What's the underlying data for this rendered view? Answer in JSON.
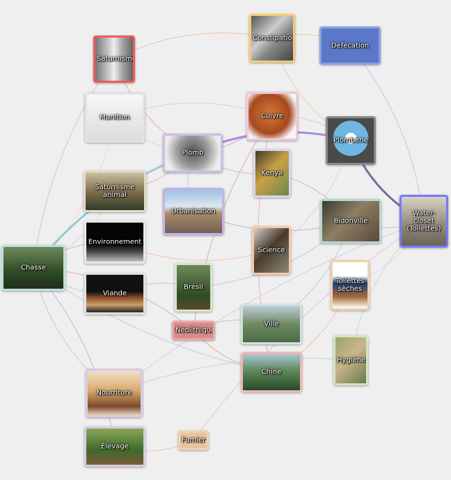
{
  "nodes": [
    {
      "id": "saturnisme",
      "label": "Saturnisme",
      "bg": "linear-gradient(90deg,#777 0%,#bbb 30%,#eee 50%,#aaa 70%,#666 100%)",
      "border": "#f05a5a"
    },
    {
      "id": "constipation",
      "label": "Constipation",
      "bg": "linear-gradient(135deg,#555,#ccc 40%,#888 60%,#444)",
      "border": "#f5cc6a"
    },
    {
      "id": "defecation",
      "label": "Défécation",
      "bg": "#5b78c8",
      "border": "#8aa0e0"
    },
    {
      "id": "munition",
      "label": "Munition",
      "bg": "linear-gradient(#f7f7f7,#dcdcdc)",
      "border": "#e3e3e3"
    },
    {
      "id": "cuivre",
      "label": "Cuivre",
      "bg": "radial-gradient(circle at 45% 45%,#d9763a,#a54a1d 55%,#f5f5f5 80%)",
      "border": "#f3c6dd"
    },
    {
      "id": "plomb",
      "label": "Plomb",
      "bg": "radial-gradient(circle at 50% 45%,#555,#999 45%,#ececec 80%)",
      "border": "#cdbde6"
    },
    {
      "id": "plombene",
      "label": "Plombene",
      "bg": "radial-gradient(circle at 50% 45%,#fff 0 16%,#6fb6e2 17% 52%,#4a4a4a 53%)",
      "border": "#888"
    },
    {
      "id": "kenya",
      "label": "Kenya",
      "bg": "linear-gradient(135deg,#3a3a2a,#caa046 45%,#6a8a4a)",
      "border": "#dcd6ee"
    },
    {
      "id": "saturnisme_animal",
      "label": "Saturnisme animal",
      "bg": "linear-gradient(#c7c0a0,#7a6a48 55%,#2f3a2a)",
      "border": "#e4dcc6"
    },
    {
      "id": "urbanisation",
      "label": "Urbanisation",
      "bg": "linear-gradient(#9fc0e2 0%,#dce7ef 38%,#a9896a 55%,#6f6154 100%)",
      "border": "#c4b3e6"
    },
    {
      "id": "bidonville",
      "label": "Bidonville",
      "bg": "linear-gradient(135deg,#3a3a36,#8c7f64 45%,#5a4a3a)",
      "border": "#b9d6d2"
    },
    {
      "id": "water_closet",
      "label": "Water-closet (Toilettes)",
      "bg": "linear-gradient(#d8d2c2,#8f8778 60%,#6b6558)",
      "border": "#7a79ff"
    },
    {
      "id": "environnement",
      "label": "Environnement",
      "bg": "linear-gradient(#050505 55%,#4a4a4a 75%,#bdbdbd)",
      "border": "#eaeaea"
    },
    {
      "id": "science",
      "label": "Science",
      "bg": "linear-gradient(135deg,#cfcfcf,#4a3a2a 45%,#8a8a7a)",
      "border": "#f6c8a8"
    },
    {
      "id": "chasse",
      "label": "Chasse",
      "bg": "linear-gradient(#6e8a5a,#2e4a26 60%,#1e2e18)",
      "border": "#bfe0e0"
    },
    {
      "id": "viande",
      "label": "Viande",
      "bg": "linear-gradient(#111 45%,#8a4a2a 60%,#c9a06a 80%,#222)",
      "border": "#e2e2e2"
    },
    {
      "id": "bresil",
      "label": "Brésil",
      "bg": "linear-gradient(#6f8a5a,#2f4a24 70%,#5a4a30)",
      "border": "#d5e7cc"
    },
    {
      "id": "toilettes_seches",
      "label": "Toilettes sèches",
      "bg": "linear-gradient(#ffffff 30%,#1f3f7a 45%,#a06a3a 75%,#ffffff)",
      "border": "#f2d2aa"
    },
    {
      "id": "neolithique",
      "label": "Néolithique",
      "bg": "#d98a8a",
      "border": "#eaa7a7"
    },
    {
      "id": "ville",
      "label": "Ville",
      "bg": "linear-gradient(#bccad6,#6e8a62 50%,#4a6a48)",
      "border": "#cfe3dc"
    },
    {
      "id": "hygiene",
      "label": "Hygiène",
      "bg": "linear-gradient(135deg,#9aa66a,#c9b58a 45%,#6a7a4a)",
      "border": "#cfe6c4"
    },
    {
      "id": "chine",
      "label": "Chine",
      "bg": "linear-gradient(#a9c6d8 0%,#5f8a5a 45%,#2a4a2a)",
      "border": "#f1b6b6"
    },
    {
      "id": "nourriture",
      "label": "Nourriture",
      "bg": "linear-gradient(#efe0c8,#d9a86a 45%,#7a4a2a 80%,#e6d6c0)",
      "border": "#dcc8e6"
    },
    {
      "id": "elevage",
      "label": "Élevage",
      "bg": "linear-gradient(#8aa65a,#3f6a2a 60%,#7a5a3a)",
      "border": "#d8cce6"
    },
    {
      "id": "fumier",
      "label": "Fumier",
      "bg": "#e8c4a0",
      "border": "#f0d2b4"
    }
  ],
  "edges": [
    {
      "from": "chasse",
      "to": "saturnisme",
      "color": "#e8b8d0",
      "width": 1
    },
    {
      "from": "chasse",
      "to": "munition",
      "color": "#e8ddb8",
      "width": 1
    },
    {
      "from": "chasse",
      "to": "plomb",
      "color": "#9dc6d6",
      "width": 3
    },
    {
      "from": "chasse",
      "to": "saturnisme_animal",
      "color": "#d6e0c0",
      "width": 1
    },
    {
      "from": "chasse",
      "to": "environnement",
      "color": "#c0c0c0",
      "width": 1
    },
    {
      "from": "chasse",
      "to": "viande",
      "color": "#b8d8d0",
      "width": 1
    },
    {
      "from": "chasse",
      "to": "neolithique",
      "color": "#d8a8c8",
      "width": 1
    },
    {
      "from": "chasse",
      "to": "nourriture",
      "color": "#e0c0b8",
      "width": 1
    },
    {
      "from": "chasse",
      "to": "elevage",
      "color": "#c6b0e0",
      "width": 1
    },
    {
      "from": "chasse",
      "to": "chine",
      "color": "#b8d0e8",
      "width": 1
    },
    {
      "from": "saturnisme",
      "to": "constipation",
      "color": "#f3c0a0",
      "width": 1
    },
    {
      "from": "saturnisme",
      "to": "plomb",
      "color": "#e8a8c0",
      "width": 1
    },
    {
      "from": "constipation",
      "to": "defecation",
      "color": "#f3d08a",
      "width": 1
    },
    {
      "from": "constipation",
      "to": "plombene",
      "color": "#e8d0a0",
      "width": 1
    },
    {
      "from": "defecation",
      "to": "water_closet",
      "color": "#c0c8e8",
      "width": 1
    },
    {
      "from": "munition",
      "to": "plomb",
      "color": "#dccce8",
      "width": 1
    },
    {
      "from": "munition",
      "to": "cuivre",
      "color": "#d8c8e8",
      "width": 1
    },
    {
      "from": "plomb",
      "to": "cuivre",
      "color": "#b8a0d8",
      "width": 1
    },
    {
      "from": "plomb",
      "to": "plombene",
      "color": "#a98ad8",
      "width": 3
    },
    {
      "from": "plomb",
      "to": "kenya",
      "color": "#c8b8e8",
      "width": 1
    },
    {
      "from": "plomb",
      "to": "saturnisme_animal",
      "color": "#d8c0c8",
      "width": 1
    },
    {
      "from": "plombene",
      "to": "water_closet",
      "color": "#6f6f9f",
      "width": 3
    },
    {
      "from": "cuivre",
      "to": "plombene",
      "color": "#d0d0d0",
      "width": 1
    },
    {
      "from": "cuivre",
      "to": "chine",
      "color": "#e8b0b8",
      "width": 1
    },
    {
      "from": "kenya",
      "to": "bidonville",
      "color": "#b8b8e8",
      "width": 1
    },
    {
      "from": "urbanisation",
      "to": "bidonville",
      "color": "#b8b8e0",
      "width": 1
    },
    {
      "from": "urbanisation",
      "to": "plomb",
      "color": "#d0c0e8",
      "width": 1
    },
    {
      "from": "bidonville",
      "to": "water_closet",
      "color": "#b8c8e8",
      "width": 1
    },
    {
      "from": "science",
      "to": "environnement",
      "color": "#f0c0a8",
      "width": 1
    },
    {
      "from": "science",
      "to": "plombene",
      "color": "#f0d0b0",
      "width": 1
    },
    {
      "from": "viande",
      "to": "bresil",
      "color": "#b8d0e0",
      "width": 1
    },
    {
      "from": "bresil",
      "to": "bidonville",
      "color": "#b8c8e0",
      "width": 1
    },
    {
      "from": "neolithique",
      "to": "ville",
      "color": "#e8b8b8",
      "width": 1
    },
    {
      "from": "neolithique",
      "to": "chine",
      "color": "#e8a8a8",
      "width": 1
    },
    {
      "from": "neolithique",
      "to": "cuivre",
      "color": "#d8a8b8",
      "width": 1
    },
    {
      "from": "toilettes_seches",
      "to": "water_closet",
      "color": "#d8d8f0",
      "width": 1
    },
    {
      "from": "toilettes_seches",
      "to": "chine",
      "color": "#f0c8a8",
      "width": 1
    },
    {
      "from": "ville",
      "to": "bidonville",
      "color": "#b8d8c8",
      "width": 1
    },
    {
      "from": "hygiene",
      "to": "water_closet",
      "color": "#c8e0c0",
      "width": 1
    },
    {
      "from": "hygiene",
      "to": "nourriture",
      "color": "#b8d8c0",
      "width": 1
    },
    {
      "from": "nourriture",
      "to": "water_closet",
      "color": "#d8c8e8",
      "width": 1
    },
    {
      "from": "elevage",
      "to": "fumier",
      "color": "#f0c8a8",
      "width": 1
    },
    {
      "from": "fumier",
      "to": "water_closet",
      "color": "#e0c0e8",
      "width": 1
    }
  ]
}
